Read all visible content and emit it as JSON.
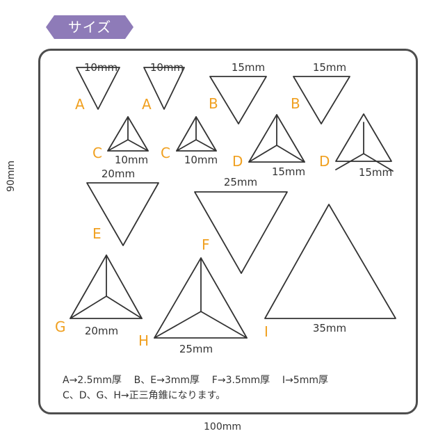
{
  "header": {
    "badge_label": "サイズ",
    "badge_color": "#8e7bb8"
  },
  "dimensions": {
    "height_label": "90mm",
    "width_label": "100mm"
  },
  "shapes": [
    {
      "id": "A1",
      "letter": "A",
      "size_label": "10mm",
      "type": "flat-inverted-triangle"
    },
    {
      "id": "A2",
      "letter": "A",
      "size_label": "10mm",
      "type": "flat-inverted-triangle"
    },
    {
      "id": "B1",
      "letter": "B",
      "size_label": "15mm",
      "type": "flat-inverted-triangle"
    },
    {
      "id": "B2",
      "letter": "B",
      "size_label": "15mm",
      "type": "flat-inverted-triangle"
    },
    {
      "id": "C1",
      "letter": "C",
      "size_label": "10mm",
      "type": "tetrahedron"
    },
    {
      "id": "C2",
      "letter": "C",
      "size_label": "10mm",
      "type": "tetrahedron"
    },
    {
      "id": "D1",
      "letter": "D",
      "size_label": "15mm",
      "type": "tetrahedron"
    },
    {
      "id": "D2",
      "letter": "D",
      "size_label": "15mm",
      "type": "tetrahedron"
    },
    {
      "id": "E",
      "letter": "E",
      "size_label": "20mm",
      "type": "flat-inverted-triangle"
    },
    {
      "id": "F",
      "letter": "F",
      "size_label": "25mm",
      "type": "flat-inverted-triangle"
    },
    {
      "id": "G",
      "letter": "G",
      "size_label": "20mm",
      "type": "tetrahedron"
    },
    {
      "id": "H",
      "letter": "H",
      "size_label": "25mm",
      "type": "tetrahedron"
    },
    {
      "id": "I",
      "letter": "I",
      "size_label": "35mm",
      "type": "flat-triangle"
    }
  ],
  "notes": {
    "line1": "A→2.5mm厚    B、E→3mm厚    F→3.5mm厚    I→5mm厚",
    "line2": "C、D、G、H→正三角錐になります。"
  },
  "colors": {
    "stroke": "#333333",
    "letter": "#f0a020",
    "frame": "#4d4d4d"
  }
}
